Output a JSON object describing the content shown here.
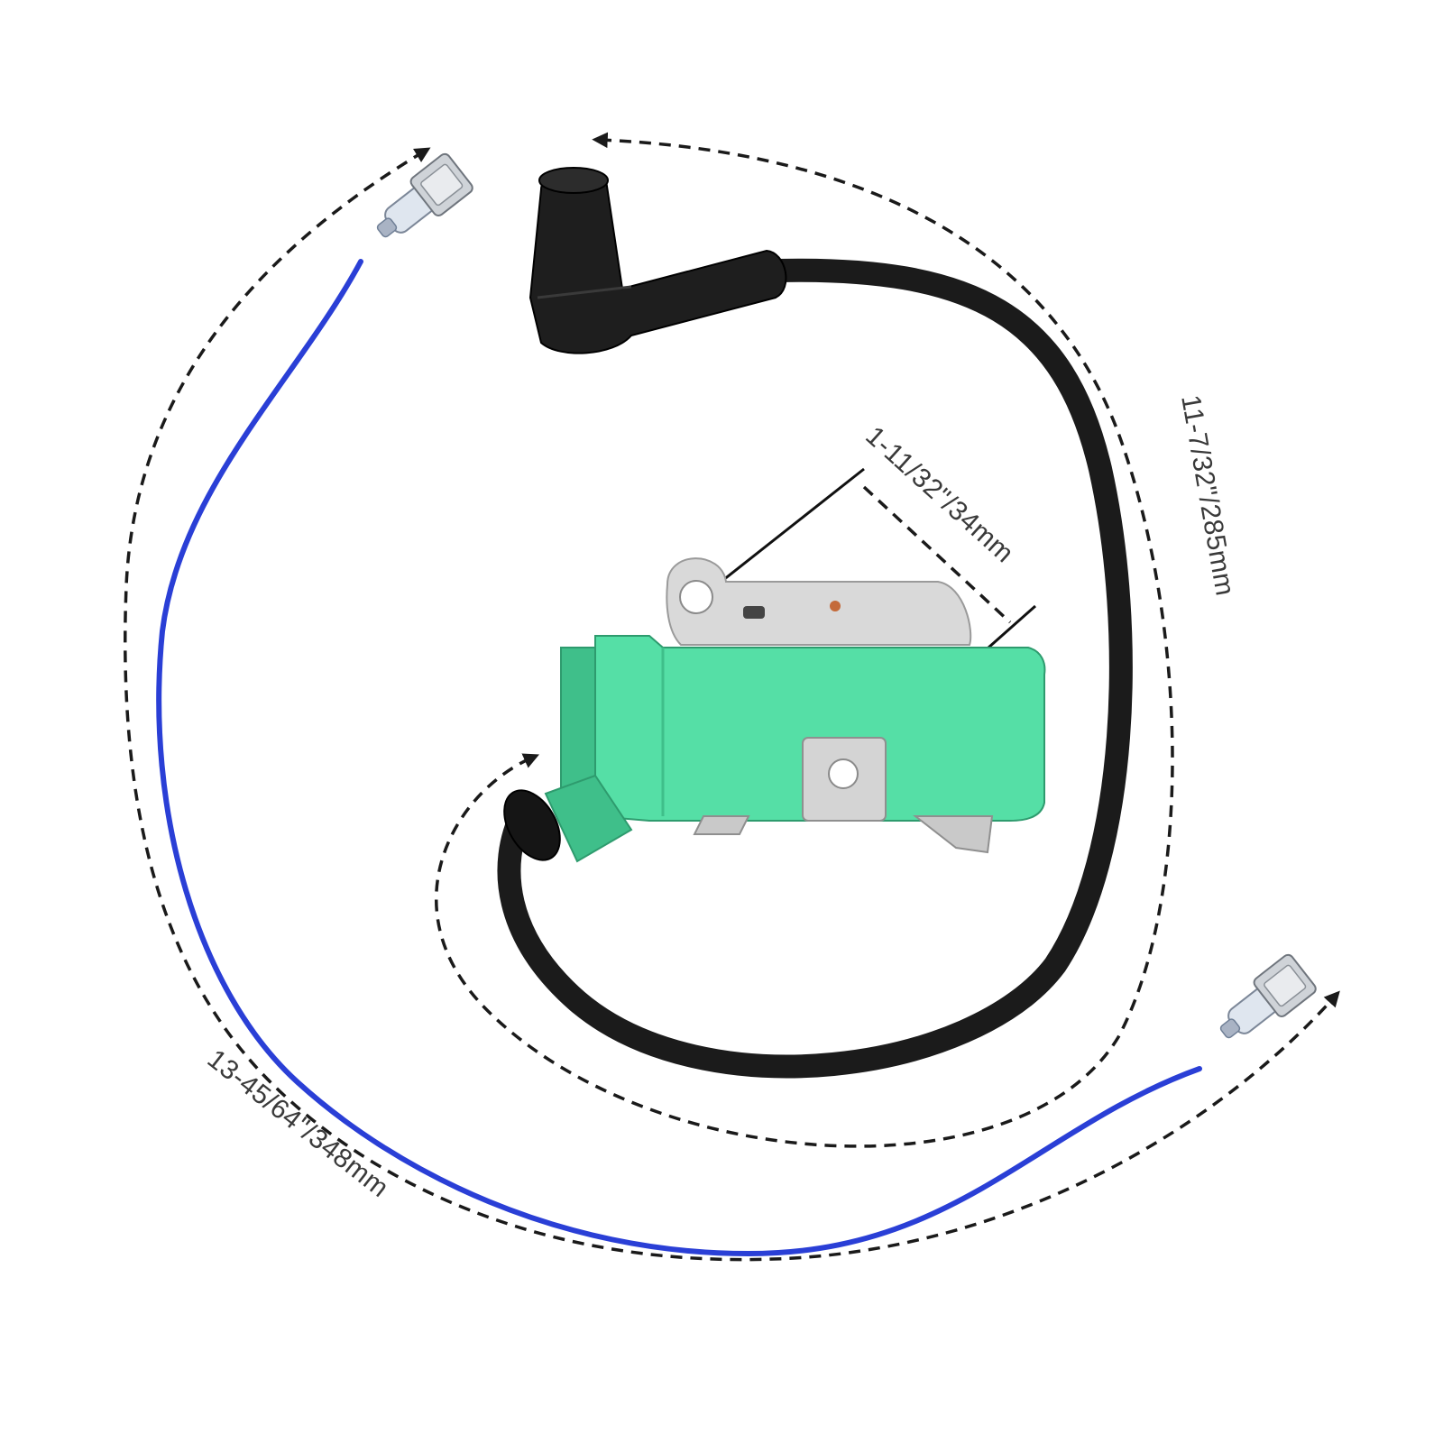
{
  "dimensions": {
    "mount_hole_spacing": "1-11/32\"/34mm",
    "hv_lead_length": "11-7/32\"/285mm",
    "ground_wire_length": "13-45/64\"/348mm"
  },
  "colors": {
    "module_body": "#55dfa6",
    "module_shade": "#3fbf8a",
    "bracket_metal": "#d9d9d9",
    "hv_cable": "#1b1b1b",
    "ground_wire": "#2a3fd6",
    "dashed_line": "#1a1a1a",
    "label_text": "#3a3a3a"
  }
}
